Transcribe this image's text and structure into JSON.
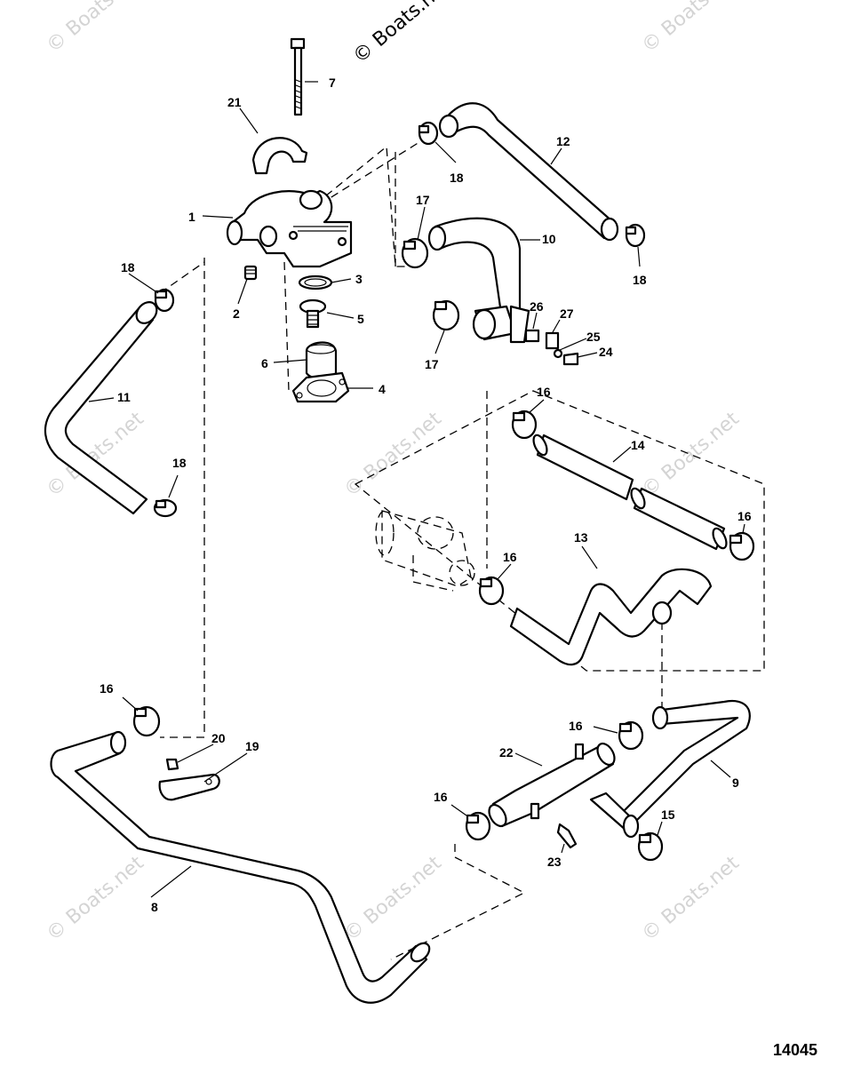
{
  "diagram": {
    "figure_number": "14045",
    "copyright": "© Boats.net",
    "watermark": "© Boats.net",
    "callouts": [
      "1",
      "2",
      "3",
      "4",
      "5",
      "6",
      "7",
      "8",
      "9",
      "10",
      "11",
      "12",
      "13",
      "14",
      "15",
      "16",
      "17",
      "18",
      "19",
      "20",
      "21",
      "22",
      "23",
      "24",
      "25",
      "26",
      "27"
    ]
  }
}
